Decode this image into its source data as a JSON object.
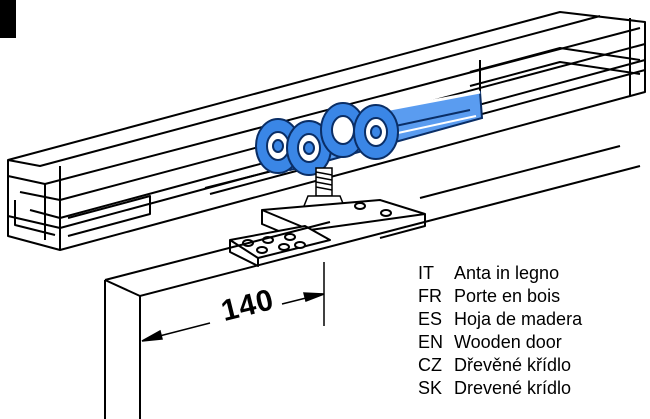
{
  "dimension": {
    "value": "140"
  },
  "legend": [
    {
      "code": "IT",
      "text": "Anta in legno"
    },
    {
      "code": "FR",
      "text": "Porte en bois"
    },
    {
      "code": "ES",
      "text": "Hoja de madera"
    },
    {
      "code": "EN",
      "text": "Wooden door"
    },
    {
      "code": "CZ",
      "text": "Dřevěné křídlo"
    },
    {
      "code": "SK",
      "text": "Drevené krídlo"
    }
  ],
  "colors": {
    "carriage": "#2f7fe0",
    "line": "#000000",
    "background": "#ffffff"
  }
}
